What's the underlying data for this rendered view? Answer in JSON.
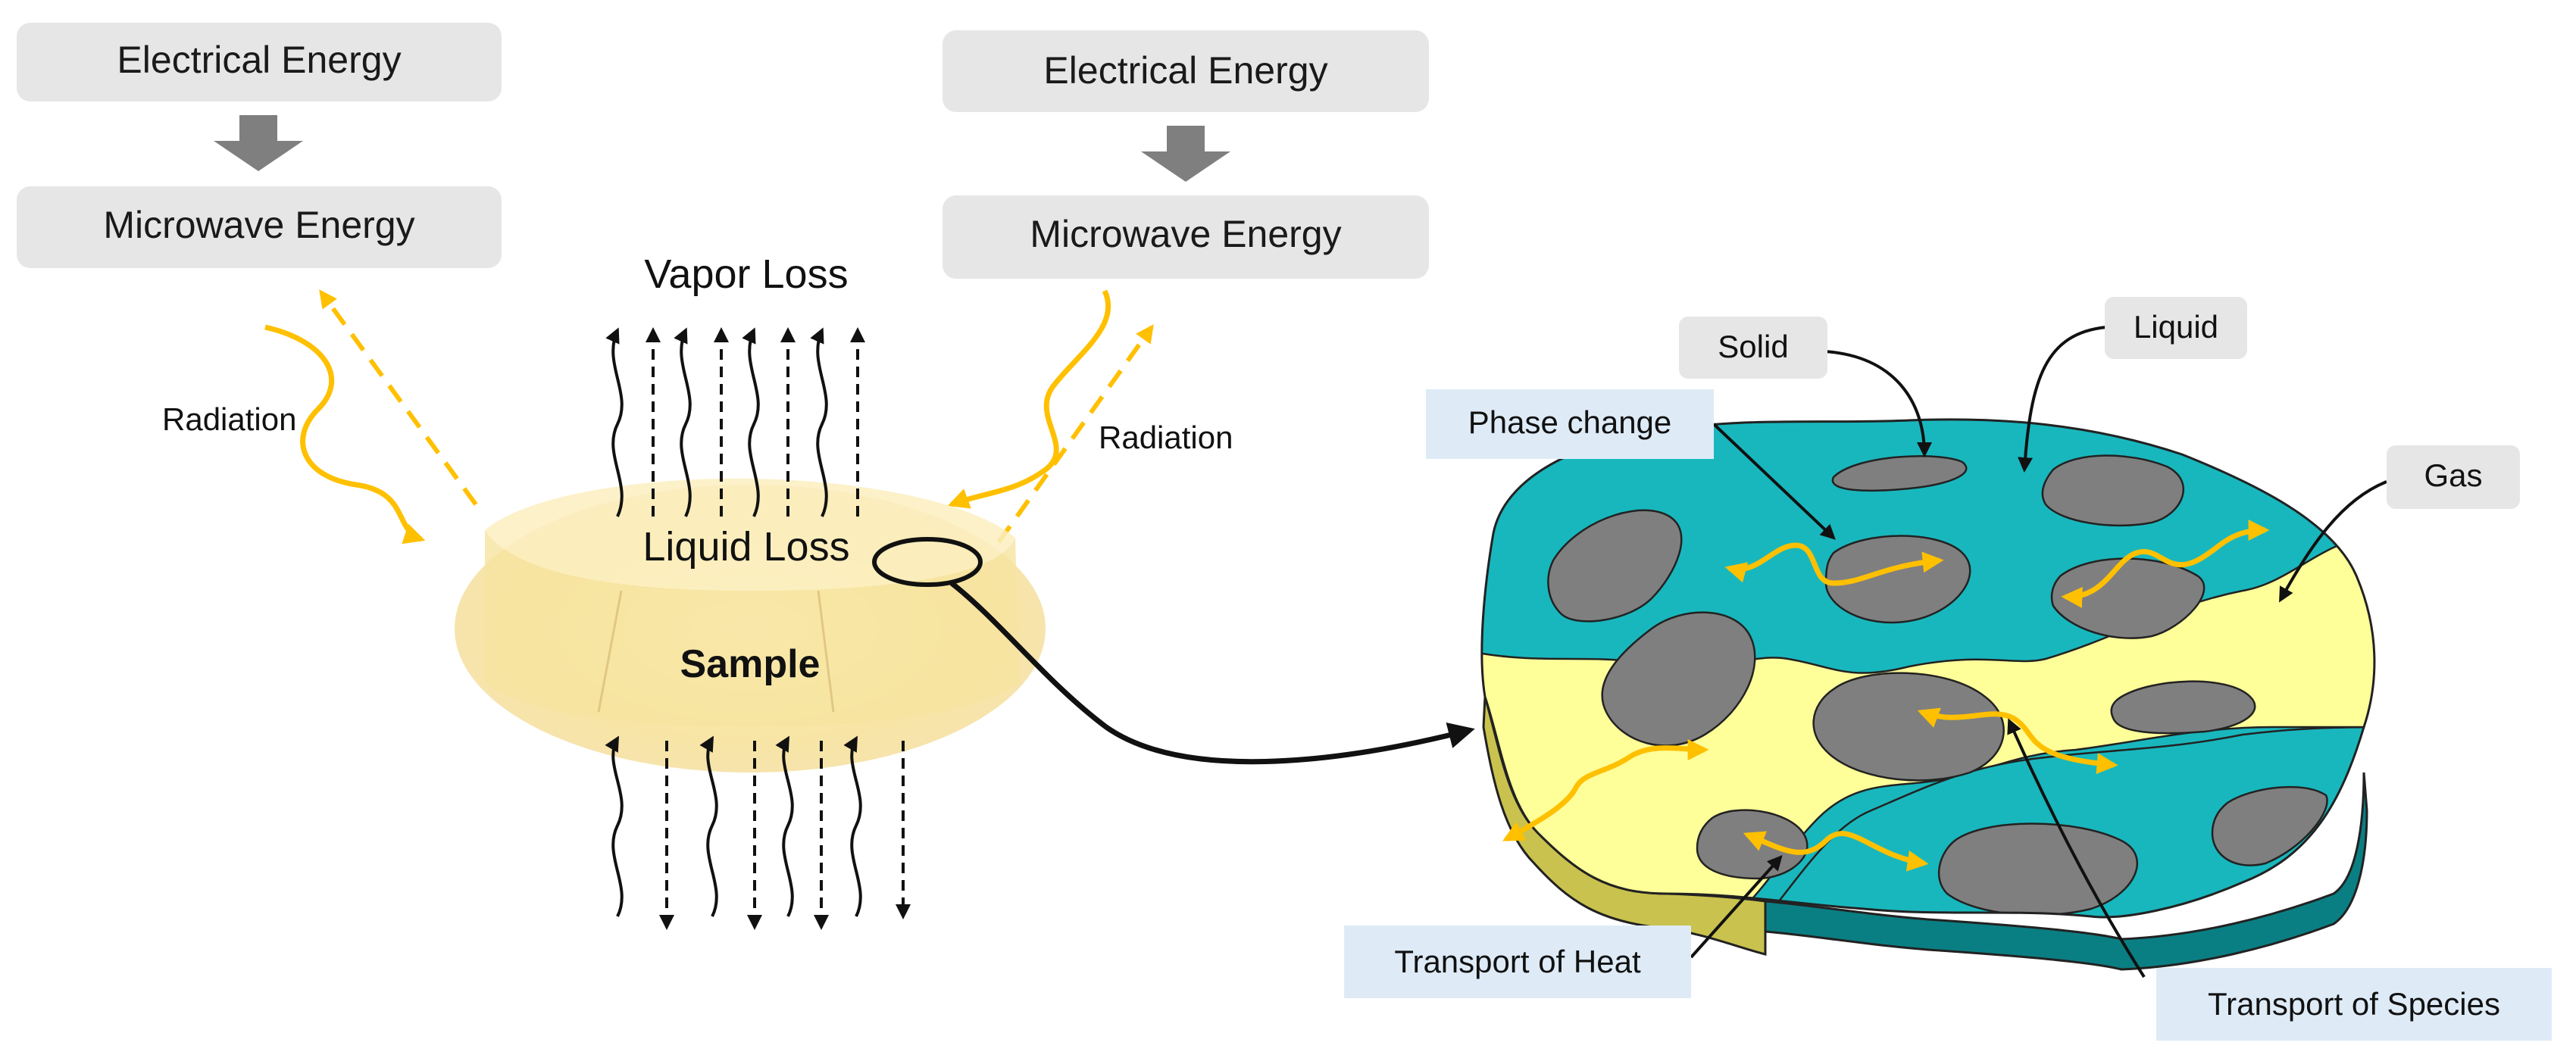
{
  "left_flow": {
    "electrical": "Electrical Energy",
    "microwave": "Microwave Energy",
    "radiation": "Radiation"
  },
  "right_flow": {
    "electrical": "Electrical Energy",
    "microwave": "Microwave Energy",
    "radiation": "Radiation"
  },
  "sample": {
    "vapor_loss": "Vapor Loss",
    "liquid_loss": "Liquid Loss",
    "label": "Sample"
  },
  "pore_model": {
    "solid": "Solid",
    "liquid": "Liquid",
    "gas": "Gas",
    "phase_change": "Phase change",
    "transport_heat": "Transport of Heat",
    "transport_species": "Transport of Species"
  },
  "colors": {
    "label_box_gray": "#e7e6e6",
    "label_box_blue": "#deebf7",
    "flow_arrow": "#7f7f7f",
    "radiation": "#ffc000",
    "liquid_teal": "#18b7bd",
    "gas_yellow": "#ffff99",
    "solid_gray": "#7f7f7f",
    "sample_yellow": "#f7e3a0"
  }
}
